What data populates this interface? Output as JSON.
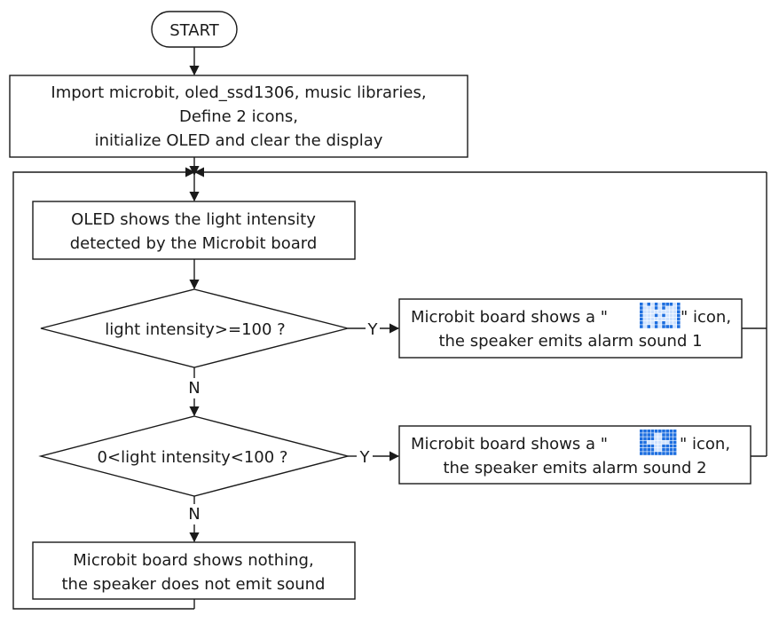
{
  "start": {
    "label": "START"
  },
  "init": {
    "line1": "Import microbit, oled_ssd1306, music libraries,",
    "line2": "Define 2 icons,",
    "line3": "initialize OLED and clear the display"
  },
  "oled": {
    "line1": "OLED shows the light intensity",
    "line2": "detected by the Microbit board"
  },
  "decision1": {
    "label": "light intensity>=100 ?",
    "yes": "Y",
    "no": "N"
  },
  "action1": {
    "line1_pre": "Microbit board shows a \"",
    "line1_post": "\" icon,",
    "line2": "the speaker emits alarm sound 1",
    "icon": "grid-pattern-icon"
  },
  "decision2": {
    "label": "0<light intensity<100 ?",
    "yes": "Y",
    "no": "N"
  },
  "action2": {
    "line1_pre": "Microbit board shows a \"",
    "line1_post": "\" icon,",
    "line2": "the speaker emits alarm sound 2",
    "icon": "cross-pattern-icon"
  },
  "nothing": {
    "line1": "Microbit board shows nothing,",
    "line2": "the speaker does not emit sound"
  },
  "colors": {
    "icon_blue": "#1e6fe0",
    "icon_light": "#cfe3ff",
    "line": "#1a1a1a"
  }
}
